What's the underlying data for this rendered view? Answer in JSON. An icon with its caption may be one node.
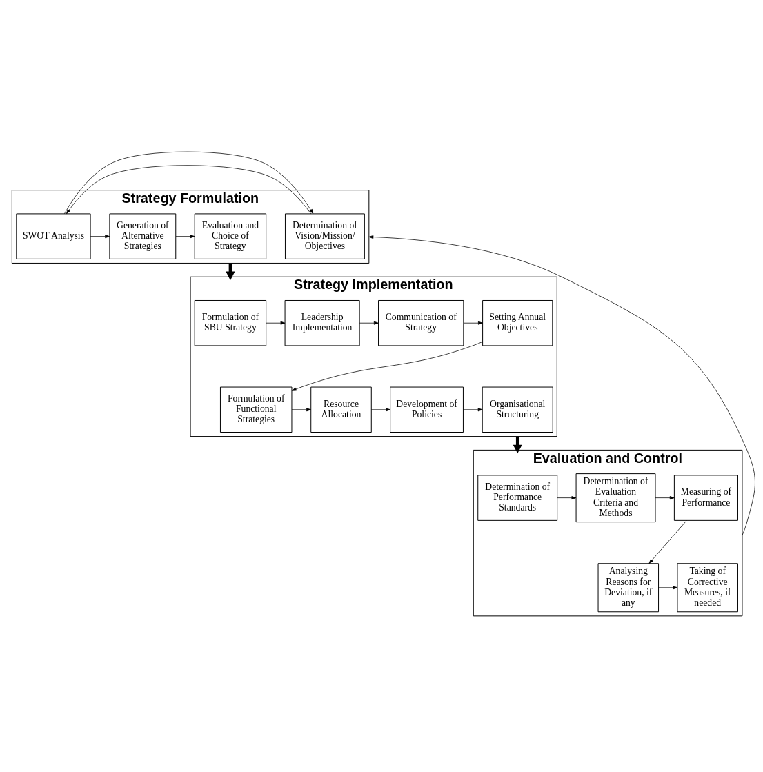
{
  "diagram": {
    "nodes": [
      {
        "text": [
          "Strategy Formulation"
        ]
      },
      {
        "text": [
          "Determination of Vision/Mission/ Objectives"
        ],
        "in": 0
      },
      {
        "text": [
          "SWOT Analysis"
        ],
        "in": 0
      },
      {
        "text": [
          "Generation of Alternative Strategies"
        ],
        "in": 0
      },
      {
        "text": [
          "Evaluation and Choice of Strategy"
        ],
        "in": 0
      },
      {
        "text": [
          "Strategy Implementation"
        ]
      },
      {
        "text": [
          "Formulation of SBU Strategy"
        ],
        "in": 5
      },
      {
        "text": [
          "Leadership Implementation"
        ],
        "in": 5
      },
      {
        "text": [
          "Communication of Strategy"
        ],
        "in": 5
      },
      {
        "text": [
          "Setting Annual Objectives"
        ],
        "in": 5
      },
      {
        "text": [
          "Formulation of Functional Strategies"
        ],
        "in": 5
      },
      {
        "text": [
          "Resource Allocation"
        ],
        "in": 5
      },
      {
        "text": [
          "Development of Policies"
        ],
        "in": 5
      },
      {
        "text": [
          "Organisational Structuring"
        ],
        "in": 5
      },
      {
        "text": [
          "Evaluation and Control"
        ]
      },
      {
        "text": [
          "Determination of Performance Standards"
        ],
        "in": 14
      },
      {
        "text": [
          "Determination of Evaluation Criteria and Methods"
        ],
        "in": 14
      },
      {
        "text": [
          "Measuring of Performance"
        ],
        "in": 14
      },
      {
        "text": [
          "Analysing Reasons for Deviation, if any"
        ],
        "in": 14
      },
      {
        "text": [
          "Taking of Corrective Measures, if needed"
        ],
        "in": 14
      }
    ],
    "edges": [
      {
        "from": 1,
        "to": 2,
        "arrow": "to"
      },
      {
        "from": 2,
        "to": 1,
        "arrow": "to"
      },
      {
        "from": 2,
        "to": 3,
        "arrow": "to"
      },
      {
        "from": 3,
        "to": 4,
        "arrow": "to"
      },
      {
        "from": 0,
        "to": 5,
        "arrow": "to",
        "style": "thick"
      },
      {
        "from": 6,
        "to": 7,
        "arrow": "to"
      },
      {
        "from": 7,
        "to": 8,
        "arrow": "to"
      },
      {
        "from": 8,
        "to": 9,
        "arrow": "to"
      },
      {
        "from": 9,
        "to": 10,
        "arrow": "to"
      },
      {
        "from": 10,
        "to": 11,
        "arrow": "to"
      },
      {
        "from": 11,
        "to": 12,
        "arrow": "to"
      },
      {
        "from": 12,
        "to": 13,
        "arrow": "to"
      },
      {
        "from": 5,
        "to": 14,
        "arrow": "to",
        "style": "thick"
      },
      {
        "from": 15,
        "to": 16,
        "arrow": "to"
      },
      {
        "from": 16,
        "to": 17,
        "arrow": "to"
      },
      {
        "from": 17,
        "to": 18,
        "arrow": "to"
      },
      {
        "from": 18,
        "to": 19,
        "arrow": "to"
      },
      {
        "from": 14,
        "to": 0,
        "arrow": "to"
      }
    ]
  }
}
